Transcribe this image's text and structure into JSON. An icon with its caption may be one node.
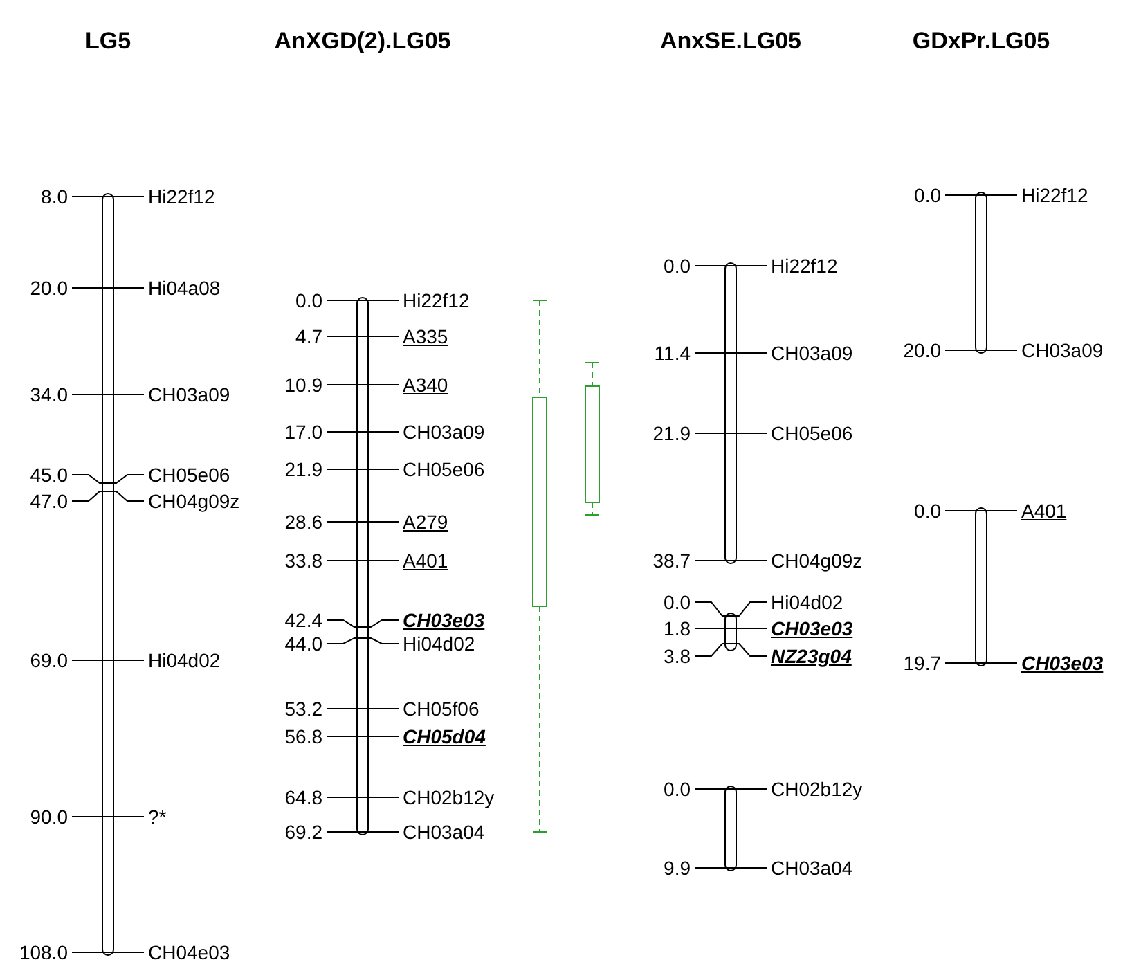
{
  "diagram": {
    "labels": [
      "LG5",
      "AnXGD(2).LG05",
      "AnxSE.LG05",
      "GDxPr.LG05",
      "8.0",
      "Hi22f12",
      "20.0",
      "Hi04a08",
      "34.0",
      "CH03a09",
      "45.0",
      "CH05e06",
      "47.0",
      "CH04g09z",
      "69.0",
      "Hi04d02",
      "90.0",
      "?*",
      "108.0",
      "CH04e03",
      "0.0",
      "Hi22f12",
      "4.7",
      "A335",
      "10.9",
      "A340",
      "17.0",
      "CH03a09",
      "21.9",
      "CH05e06",
      "28.6",
      "A279",
      "33.8",
      "A401",
      "42.4",
      "CH03e03",
      "44.0",
      "Hi04d02",
      "53.2",
      "CH05f06",
      "56.8",
      "CH05d04",
      "64.8",
      "CH02b12y",
      "69.2",
      "CH03a04",
      "0.0",
      "Hi22f12",
      "11.4",
      "CH03a09",
      "21.9",
      "CH05e06",
      "38.7",
      "CH04g09z",
      "0.0",
      "Hi04d02",
      "1.8",
      "CH03e03",
      "3.8",
      "NZ23g04",
      "0.0",
      "CH02b12y",
      "9.9",
      "CH03a04",
      "0.0",
      "Hi22f12",
      "20.0",
      "CH03a09",
      "0.0",
      "A401",
      "19.7",
      "CH03e03"
    ]
  }
}
